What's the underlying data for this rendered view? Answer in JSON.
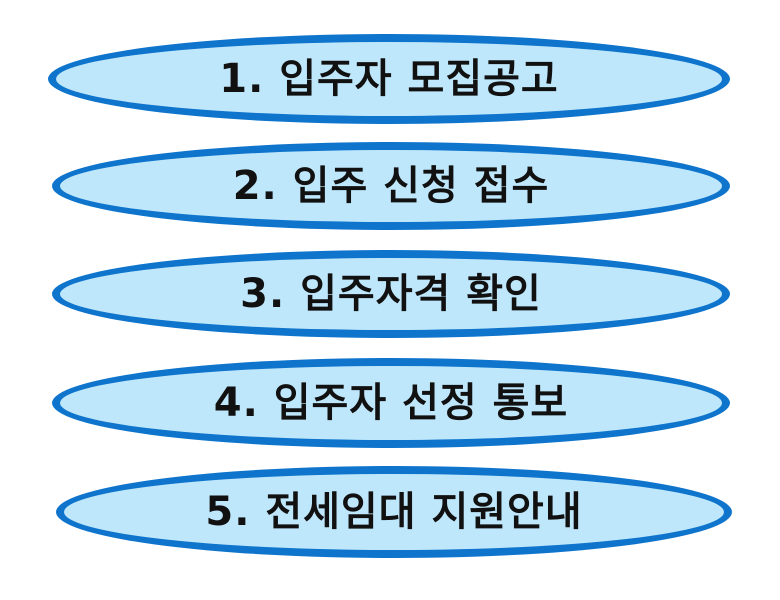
{
  "steps": [
    {
      "label": "1. 입주자 모집공고"
    },
    {
      "label": "2. 입주 신청 접수"
    },
    {
      "label": "3. 입주자격 확인"
    },
    {
      "label": "4. 입주자 선정 통보"
    },
    {
      "label": "5. 전세임대 지원안내"
    }
  ],
  "colors": {
    "fill": "#bfe7fb",
    "border": "#0e74cc",
    "text": "#111111"
  }
}
